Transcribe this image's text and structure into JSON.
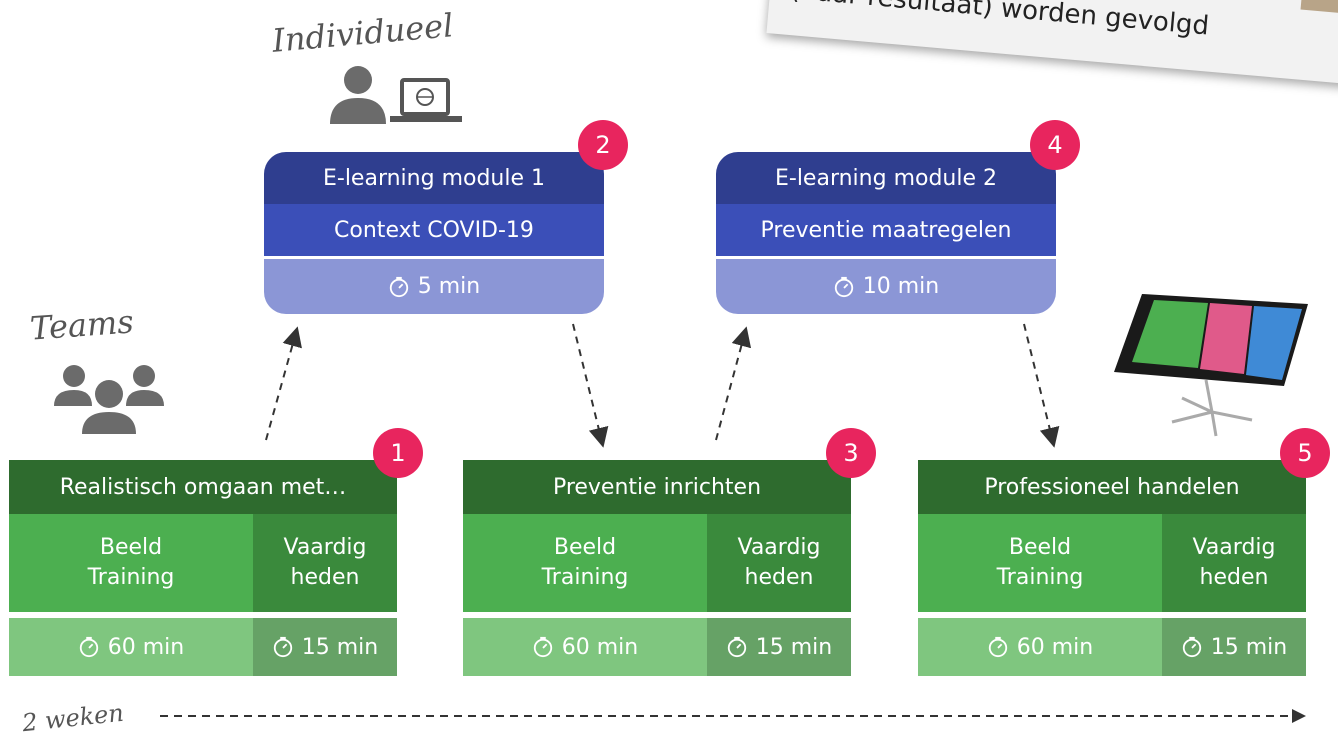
{
  "note": {
    "text": "(naar resultaat) worden gevolgd"
  },
  "labels": {
    "individueel": "Individueel",
    "teams": "Teams",
    "timeline": "2 weken"
  },
  "elearning": [
    {
      "badge": "2",
      "title": "E-learning module 1",
      "topic": "Context COVID-19",
      "duration": "5 min"
    },
    {
      "badge": "4",
      "title": "E-learning module 2",
      "topic": "Preventie maatregelen",
      "duration": "10 min"
    }
  ],
  "sessions": [
    {
      "badge": "1",
      "title": "Realistisch omgaan met…",
      "left_l1": "Beeld",
      "left_l2": "Training",
      "right_l1": "Vaardig",
      "right_l2": "heden",
      "left_time": "60 min",
      "right_time": "15 min"
    },
    {
      "badge": "3",
      "title": "Preventie inrichten",
      "left_l1": "Beeld",
      "left_l2": "Training",
      "right_l1": "Vaardig",
      "right_l2": "heden",
      "left_time": "60 min",
      "right_time": "15 min"
    },
    {
      "badge": "5",
      "title": "Professioneel handelen",
      "left_l1": "Beeld",
      "left_l2": "Training",
      "right_l1": "Vaardig",
      "right_l2": "heden",
      "left_time": "60 min",
      "right_time": "15 min"
    }
  ],
  "colors": {
    "badge": "#e8255e",
    "elearning_dark": "#2f3e8f",
    "team_dark": "#2e6b2e"
  },
  "icons": [
    "person-icon",
    "laptop-icon",
    "team-icon",
    "timer-icon",
    "tablet-kiosk-icon"
  ]
}
